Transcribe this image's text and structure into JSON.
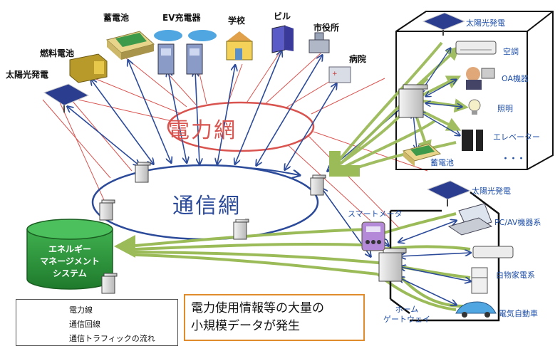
{
  "networks": {
    "power_grid": "電力網",
    "comm_network": "通信網"
  },
  "left_nodes": {
    "storage_battery": "蓄電池",
    "ev_charger": "EV充電器",
    "school": "学校",
    "building": "ビル",
    "city_hall": "市役所",
    "hospital": "病院",
    "fuel_cell": "燃料電池",
    "solar": "太陽光発電"
  },
  "ems": {
    "line1": "エネルギー",
    "line2": "マネージメント",
    "line3": "システム"
  },
  "building_box": {
    "solar": "太陽光発電",
    "aircon": "空調",
    "oa": "OA機器",
    "lighting": "照明",
    "elevator": "エレベーター",
    "battery": "蓄電池",
    "ellipsis": "・・・"
  },
  "home": {
    "solar": "太陽光発電",
    "smart_meter": "スマートメータ",
    "pc_av": "PC/AV機器系",
    "white_goods": "白物家電系",
    "ev": "電気自動車",
    "gateway_line1": "ホーム",
    "gateway_line2": "ゲートウェイ"
  },
  "legend": {
    "power_line": "電力線",
    "comm_line": "通信回線",
    "traffic_flow": "通信トラフィックの流れ"
  },
  "callout": {
    "line1": "電力使用情報等の大量の",
    "line2": "小規模データが発生"
  },
  "colors": {
    "power_red": "#d9534f",
    "comm_blue": "#2b4a9a",
    "traffic_green": "#9bbb59",
    "ems_green": "#2e9e3e",
    "callout_border": "#e08c2c"
  }
}
